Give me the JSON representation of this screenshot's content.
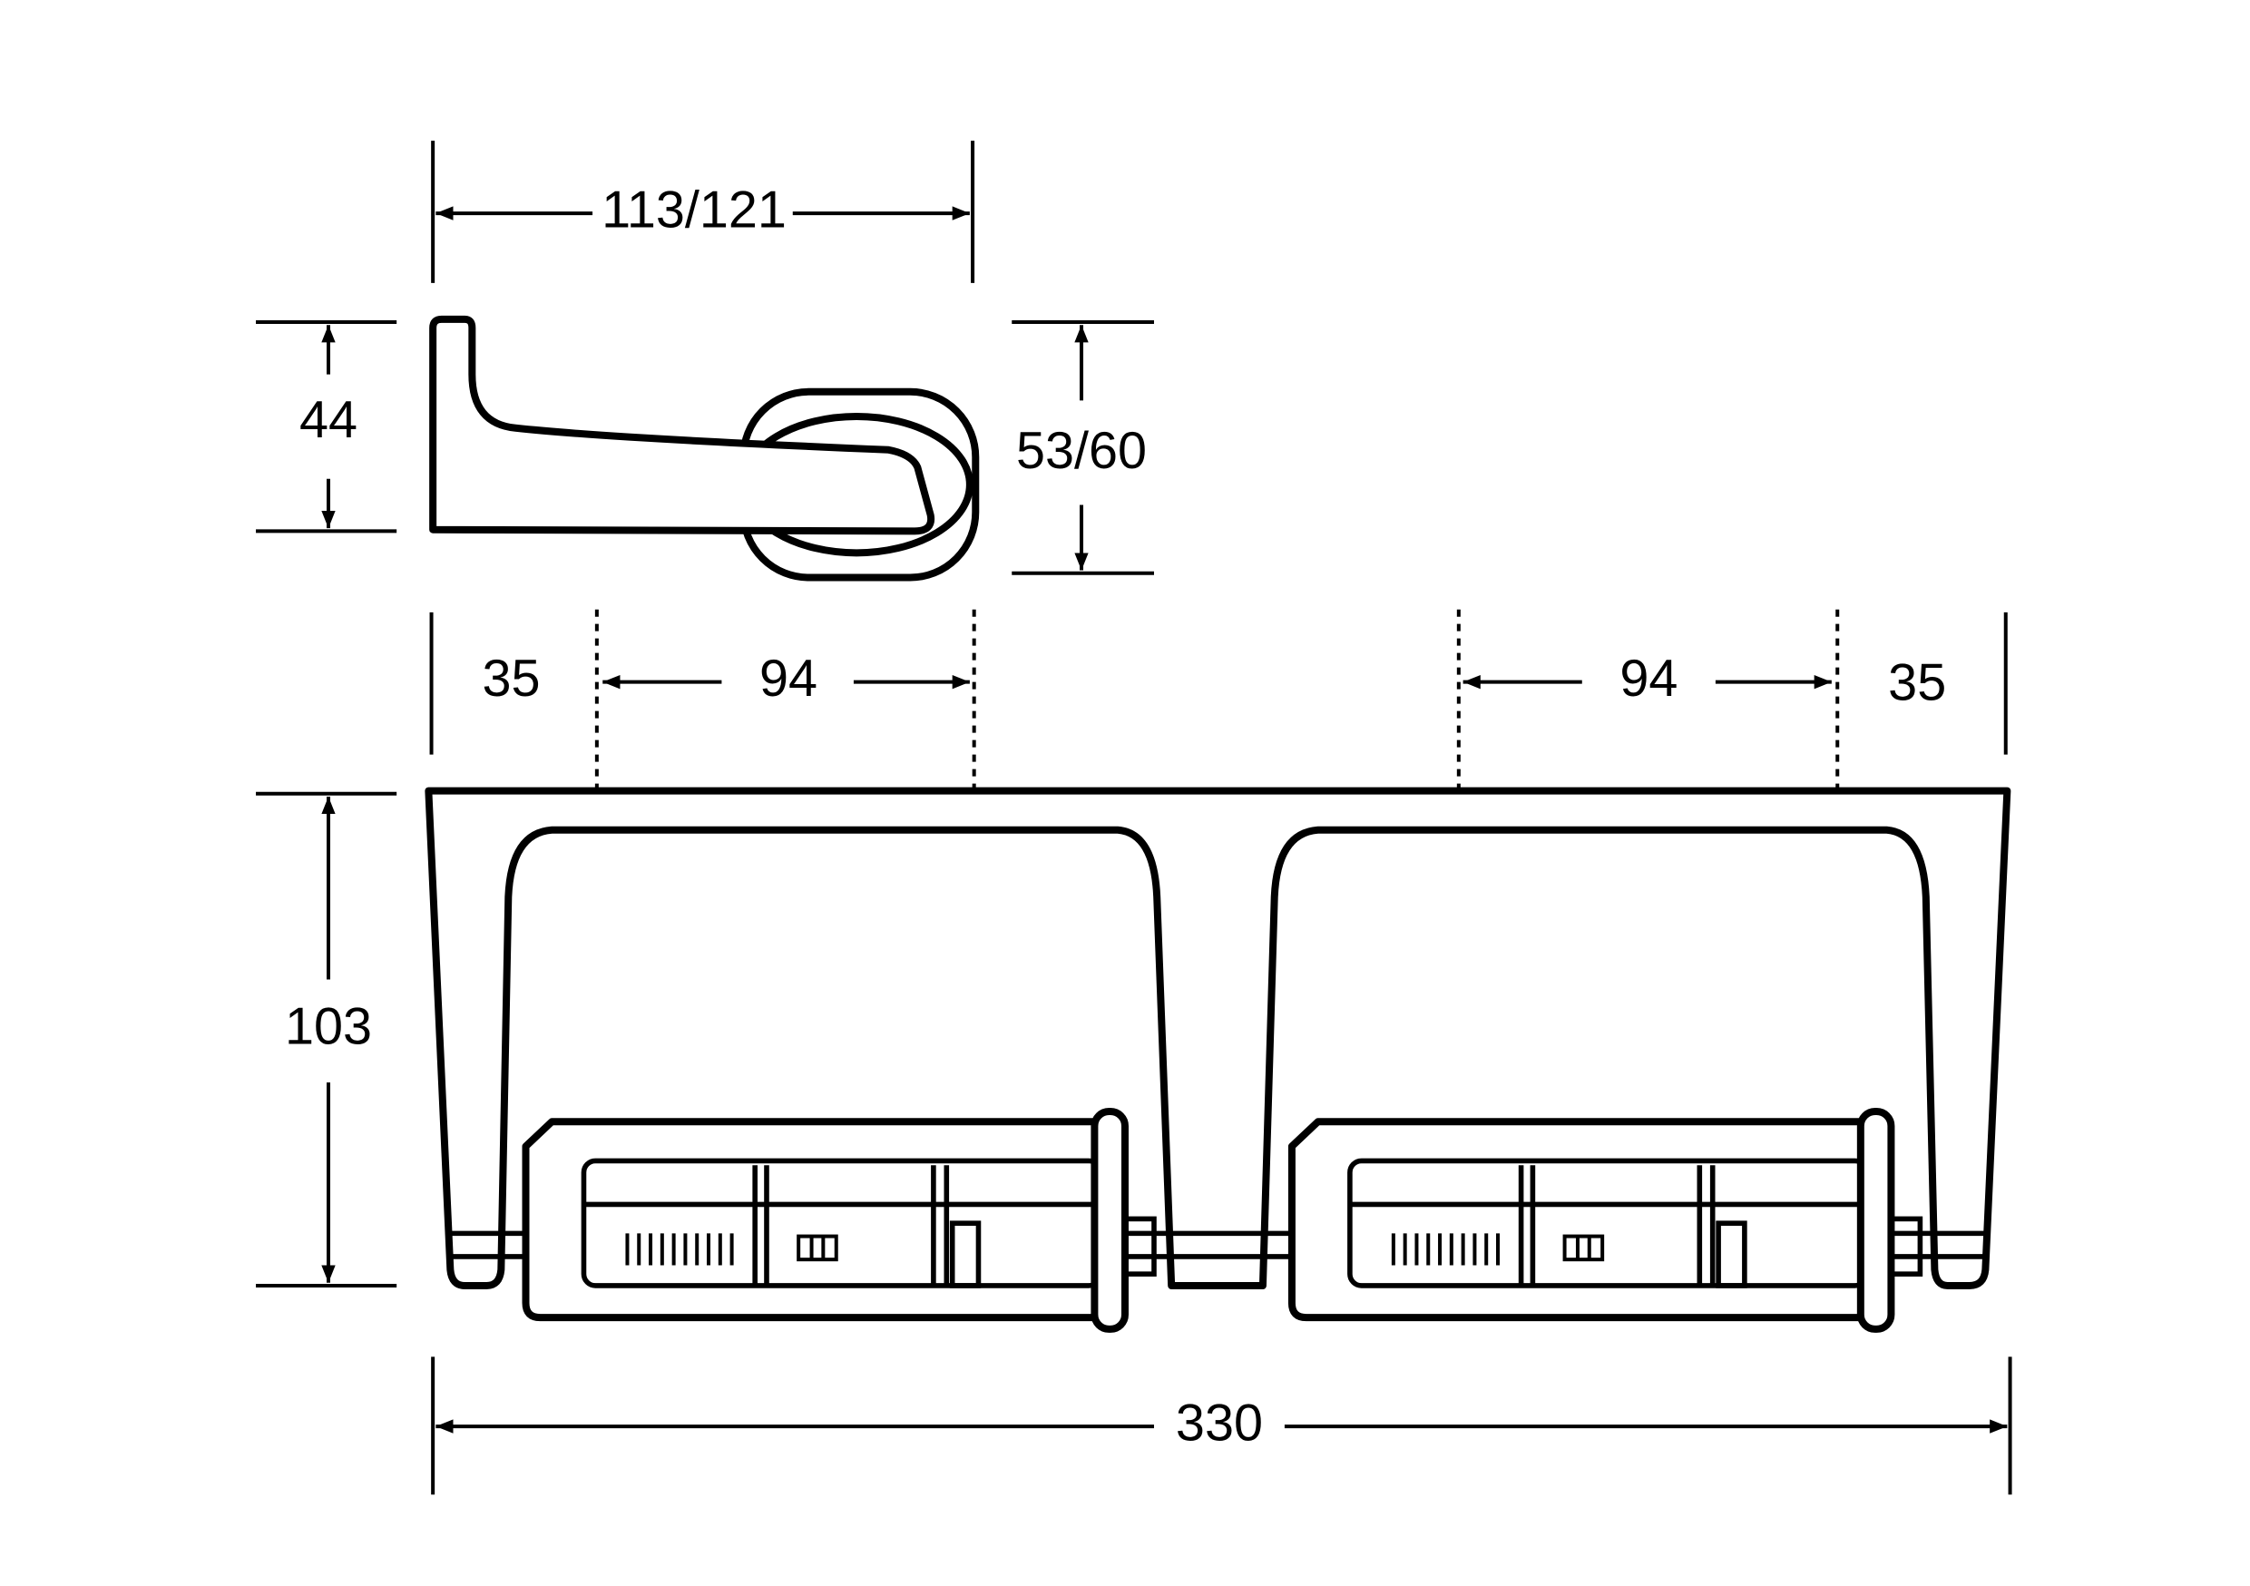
{
  "dimensions": {
    "depth": "113/121",
    "side_height": "44",
    "roll_height": "53/60",
    "left_margin": "35",
    "left_spacing": "94",
    "right_spacing": "94",
    "right_margin": "35",
    "front_height": "103",
    "total_width": "330"
  },
  "colors": {
    "line": "#000000",
    "background": "#ffffff"
  }
}
